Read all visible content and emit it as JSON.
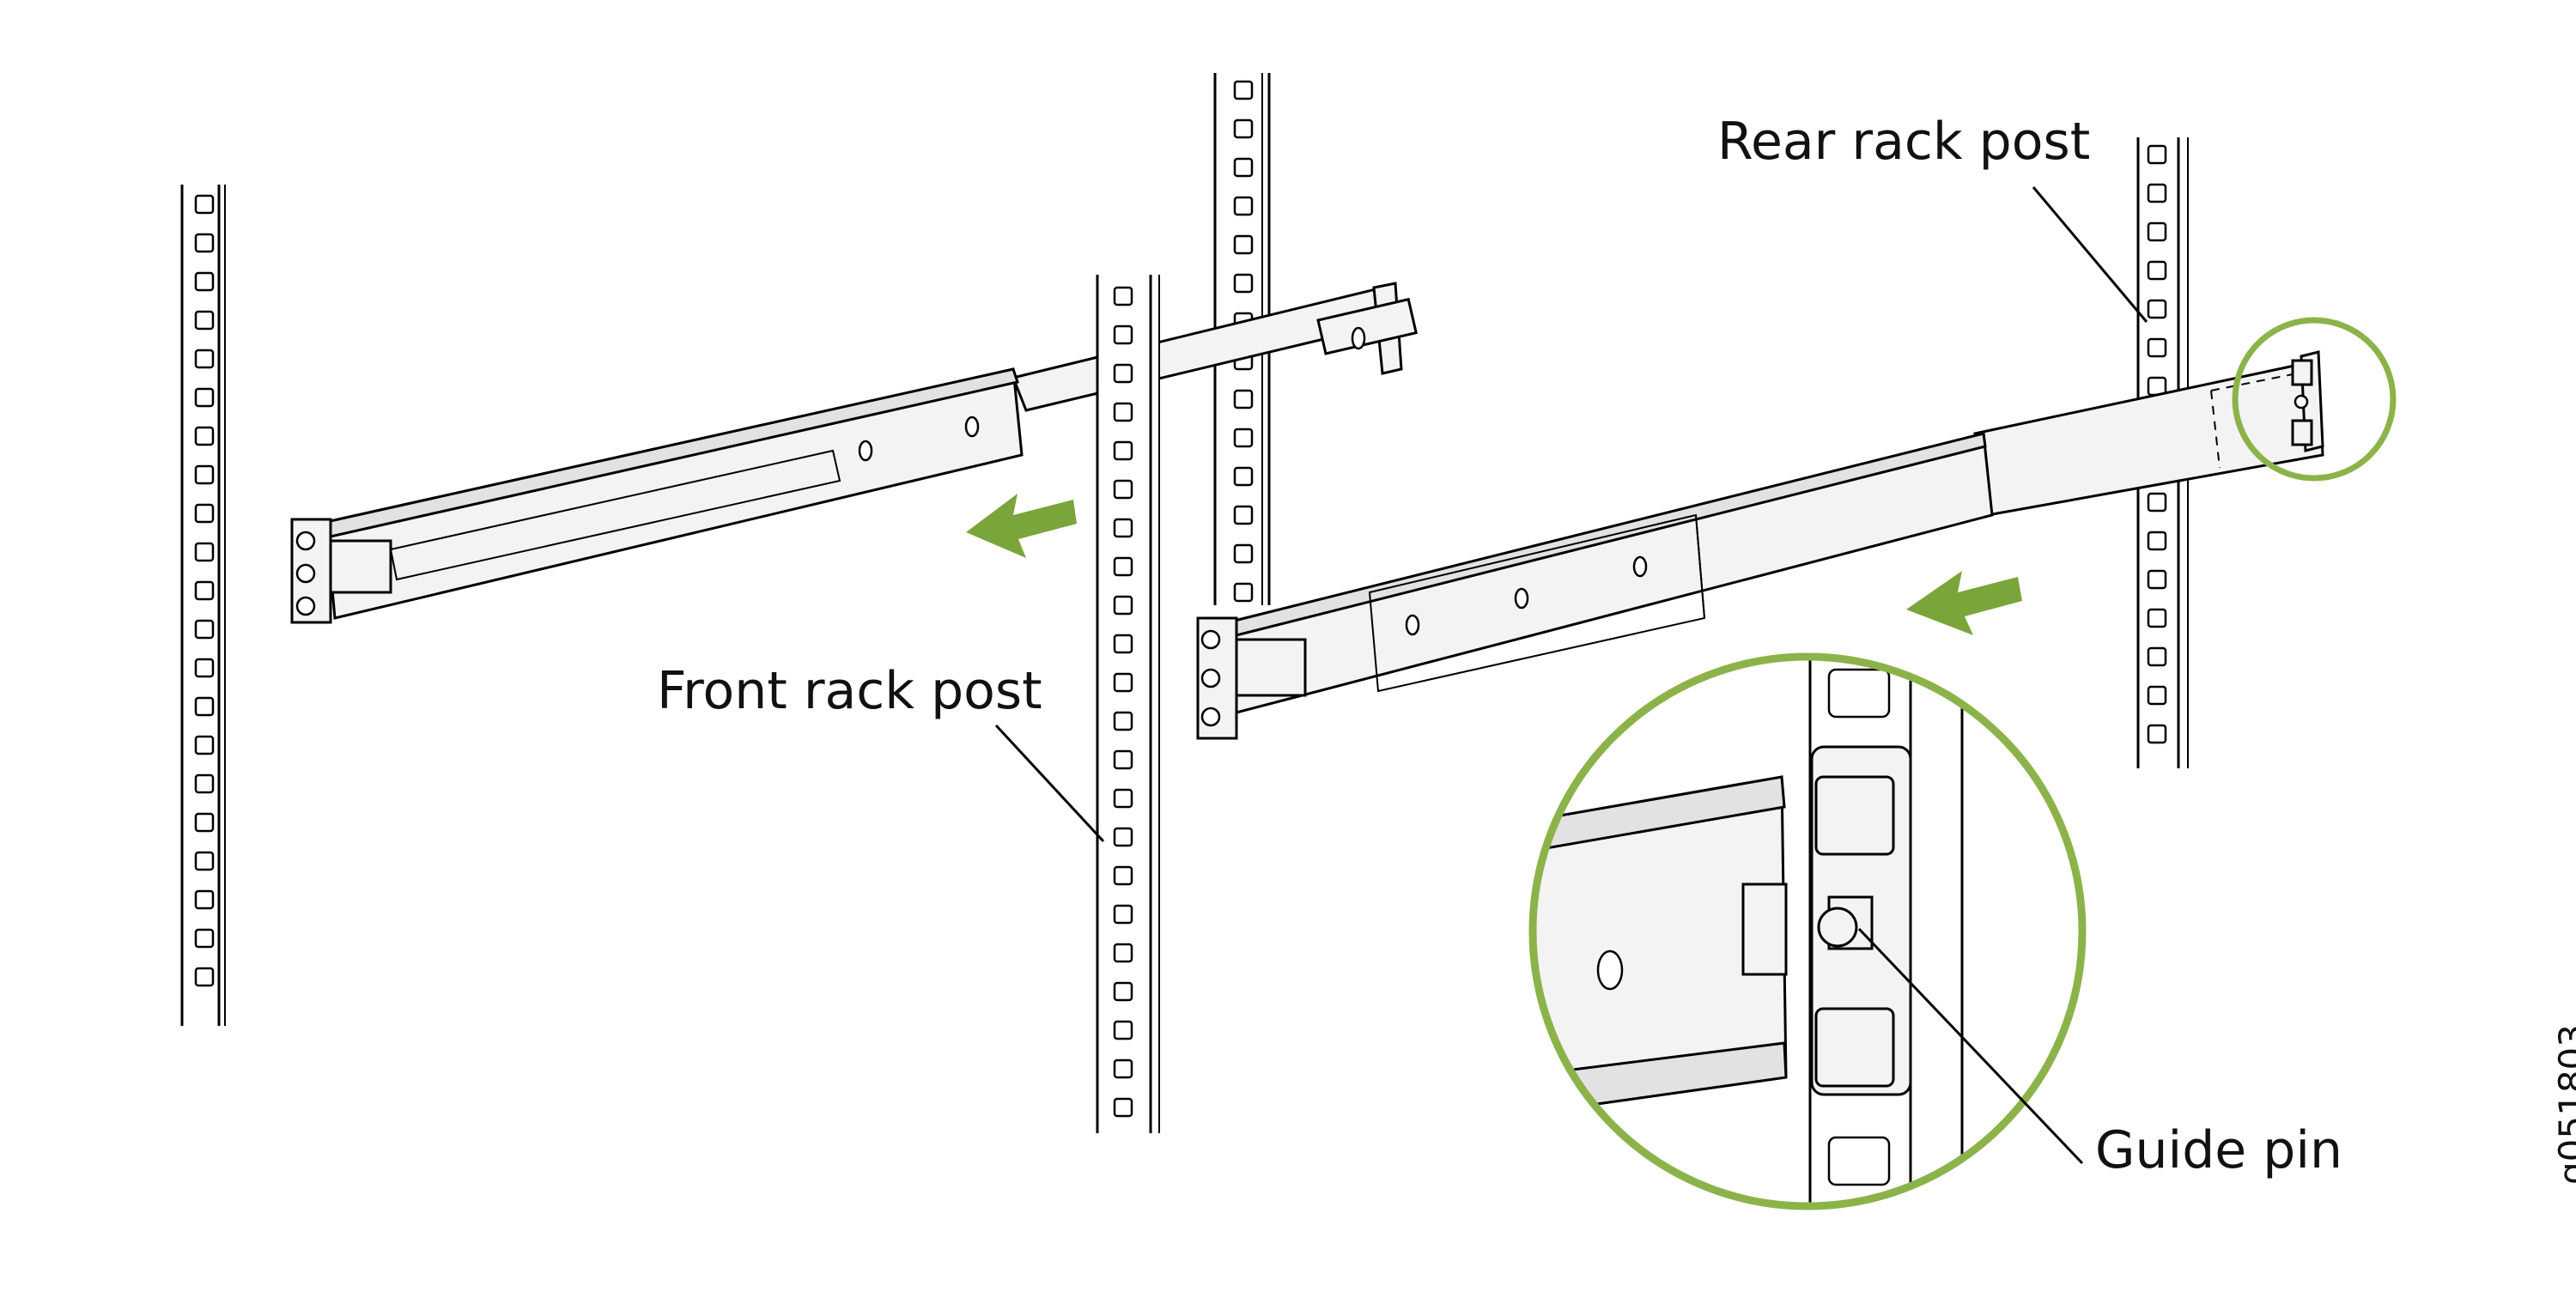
{
  "figure": {
    "labels": {
      "rear_post": "Rear rack post",
      "front_post": "Front rack post",
      "guide_pin": "Guide pin"
    },
    "figure_id": "g051803"
  },
  "colors": {
    "accent": "#8cb34a",
    "arrow": "#7aa53a",
    "line": "#000000",
    "rail_fill": "#f3f3f3",
    "background": "#ffffff"
  }
}
